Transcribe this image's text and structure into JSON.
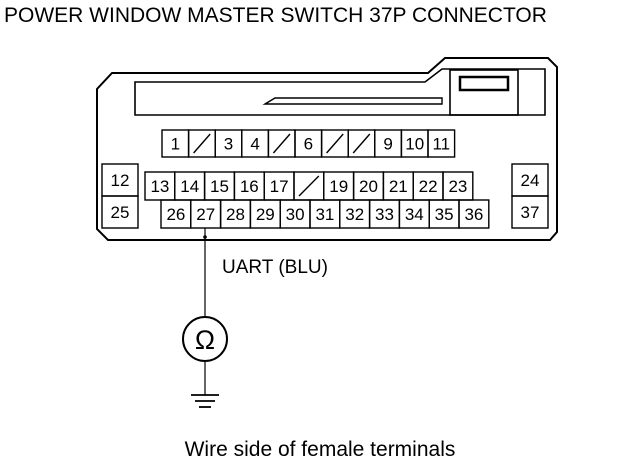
{
  "title": "POWER WINDOW MASTER SWITCH 37P CONNECTOR",
  "wire_label": "UART (BLU)",
  "meter_symbol": "Ω",
  "caption": "Wire side of female terminals",
  "connector": {
    "top_row": [
      "1",
      "",
      "3",
      "4",
      "",
      "6",
      "",
      "",
      "9",
      "10",
      "11"
    ],
    "side_left": [
      "12",
      "25"
    ],
    "side_right": [
      "24",
      "37"
    ],
    "middle_row": [
      "13",
      "14",
      "15",
      "16",
      "17",
      "",
      "19",
      "20",
      "21",
      "22",
      "23"
    ],
    "bottom_row": [
      "26",
      "27",
      "28",
      "29",
      "30",
      "31",
      "32",
      "33",
      "34",
      "35",
      "36"
    ]
  },
  "probe_terminal": "27",
  "icons": [
    "ohmmeter-icon",
    "ground-icon"
  ],
  "colors": {
    "line": "#000000",
    "background": "#ffffff"
  }
}
